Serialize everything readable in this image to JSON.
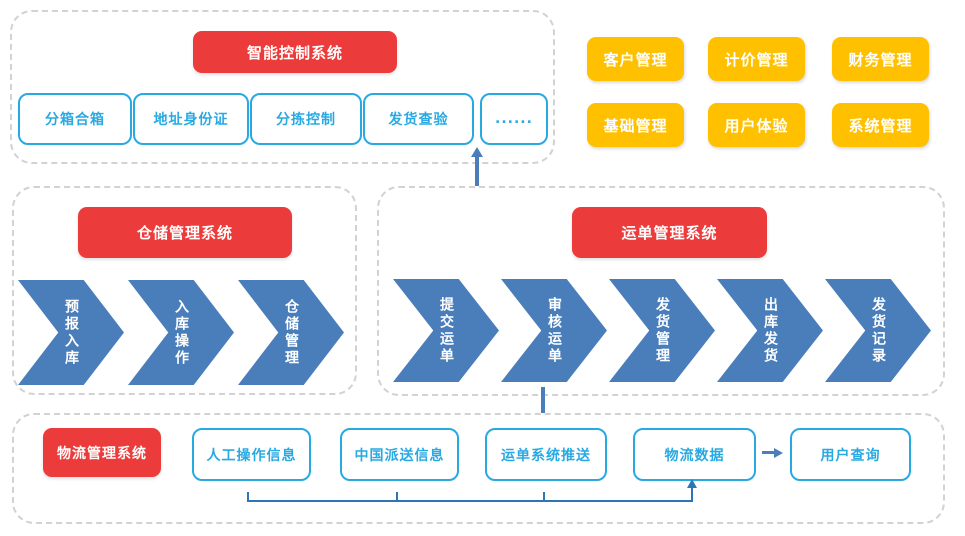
{
  "colors": {
    "red": "#ec3b3b",
    "yellow": "#ffc000",
    "cyan_blue": "#29a9e2",
    "steel_blue": "#4a7ebb",
    "connector_blue": "#2e75b6",
    "dash_gray": "#d2d2d2"
  },
  "intelligent": {
    "title": "智能控制系统",
    "items": [
      "分箱合箱",
      "地址身份证",
      "分拣控制",
      "发货查验",
      "......"
    ]
  },
  "modules": {
    "items": [
      "客户管理",
      "计价管理",
      "财务管理",
      "基础管理",
      "用户体验",
      "系统管理"
    ]
  },
  "warehouse": {
    "title": "仓储管理系统",
    "steps": [
      "预报入库",
      "入库操作",
      "仓储管理"
    ]
  },
  "waybill": {
    "title": "运单管理系统",
    "steps": [
      "提交运单",
      "审核运单",
      "发货管理",
      "出库发货",
      "发货记录"
    ]
  },
  "logistics": {
    "title": "物流管理系统",
    "inputs": [
      "人工操作信息",
      "中国派送信息",
      "运单系统推送"
    ],
    "data_node": "物流数据",
    "query_node": "用户查询"
  }
}
